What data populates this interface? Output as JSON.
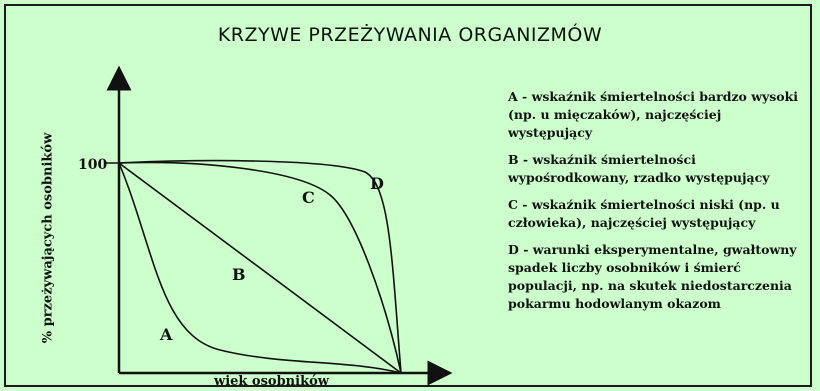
{
  "title": "KRZYWE PRZEŻYWANIA ORGANIZMÓW",
  "diagram": {
    "y_axis_label": "% przeżywających osobników",
    "x_axis_label": "wiek osobników",
    "y_tick": "100",
    "curves": [
      {
        "id": "A",
        "label": "A"
      },
      {
        "id": "B",
        "label": "B"
      },
      {
        "id": "C",
        "label": "C"
      },
      {
        "id": "D",
        "label": "D"
      }
    ]
  },
  "legend": [
    {
      "text": "A - wskaźnik śmiertelności bardzo wysoki (np. u mięczaków), najczęściej występujący"
    },
    {
      "text": "B - wskaźnik śmiertelności wypośrodkowany, rzadko występujący"
    },
    {
      "text": "C - wskaźnik śmiertelności niski (np. u człowieka), najczęściej występujący"
    },
    {
      "text": "D - warunki eksperymentalne, gwałtowny spadek liczby osobników i śmierć populacji, np. na skutek niedostarczenia pokarmu hodowlanym okazom"
    }
  ],
  "colors": {
    "background": "#ccffcc",
    "ink": "#111111"
  }
}
